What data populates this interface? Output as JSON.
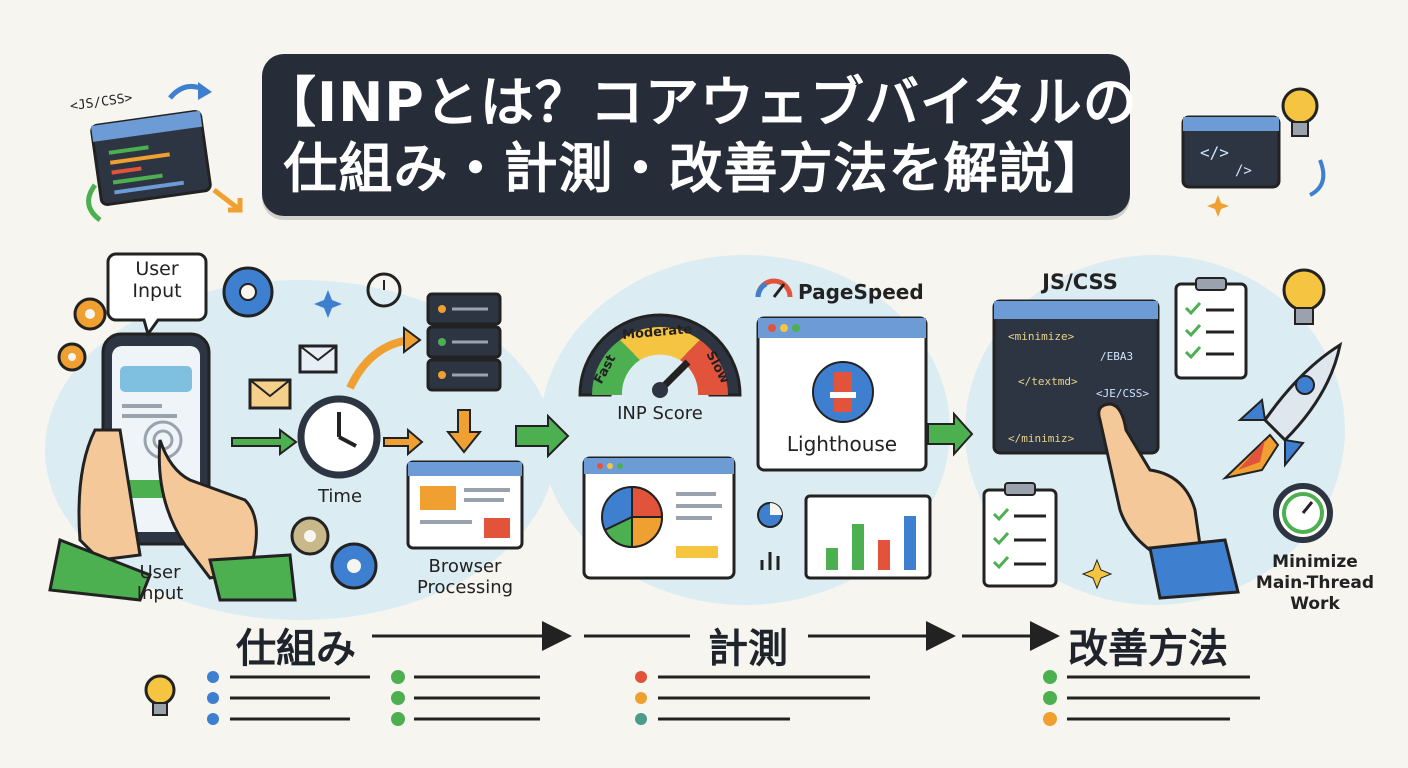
{
  "title": {
    "line1": "【INPとは？コアウェブバイタルの",
    "line2": "仕組み・計測・改善方法を解説】"
  },
  "decor": {
    "js_css_small": "<JS/CSS>"
  },
  "mechanism": {
    "user_input_bubble": "User\nInput",
    "user_input_label": "User\nInput",
    "time_label": "Time",
    "browser_label": "Browser\nProcessing"
  },
  "measurement": {
    "gauge_fast": "Fast",
    "gauge_moderate": "Moderate",
    "gauge_slow": "Slow",
    "inp_score_label": "INP Score",
    "pagespeed_label": "PageSpeed",
    "lighthouse_label": "Lighthouse"
  },
  "improvement": {
    "js_css_label": "JS/CSS",
    "code_lines": [
      "<minimize>",
      "/EBA3",
      "</textmd>",
      "<JE/CSS>",
      "</minimiz>"
    ],
    "minimize_label": "Minimize\nMain-Thread\nWork"
  },
  "sections": {
    "mechanism": "仕組み",
    "measurement": "計測",
    "improvement": "改善方法"
  },
  "colors": {
    "title_bg": "#262d38",
    "blue": "#3f7fd0",
    "green": "#4caf50",
    "orange": "#f0a030",
    "red": "#e2533c",
    "yellow": "#f5c542",
    "background_blob": "#dcecf3"
  }
}
